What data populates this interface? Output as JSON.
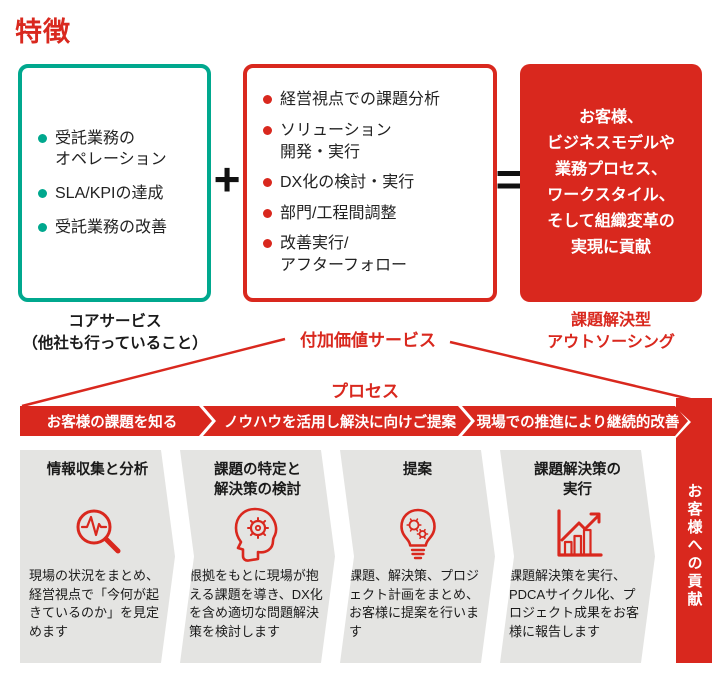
{
  "title": "特徴",
  "formula": {
    "core_box": {
      "bullets": [
        "受託業務の\nオペレーション",
        "SLA/KPIの達成",
        "受託業務の改善"
      ]
    },
    "plus_sign": "+",
    "value_box": {
      "bullets": [
        "経営視点での課題分析",
        "ソリューション\n開発・実行",
        "DX化の検討・実行",
        "部門/工程間調整",
        "改善実行/\nアフターフォロー"
      ]
    },
    "equals_sign": "=",
    "result_box": {
      "text": "お客様、\nビジネスモデルや\n業務プロセス、\nワークスタイル、\nそして組織変革の\n実現に貢献"
    }
  },
  "captions": {
    "core": "コアサービス\n（他社も行っていること）",
    "value": "付加価値サービス",
    "result": "課題解決型\nアウトソーシング",
    "process": "プロセス"
  },
  "process": {
    "steps": [
      "お客様の課題を知る",
      "ノウハウを活用し解決に向けご提案",
      "現場での推進により継続的改善"
    ],
    "contribution": "お客様への貢献"
  },
  "phases": [
    {
      "heading": "情報収集と分析",
      "icon": "magnifier-pulse-icon",
      "body": "現場の状況をまとめ、経営視点で「今何が起きているのか」を見定めます"
    },
    {
      "heading": "課題の特定と\n解決策の検討",
      "icon": "head-gear-icon",
      "body": "根拠をもとに現場が抱える課題を導き、DX化を含め適切な問題解決策を検討します"
    },
    {
      "heading": "提案",
      "icon": "bulb-gear-icon",
      "body": "課題、解決策、プロジェクト計画をまとめ、お客様に提案を行います"
    },
    {
      "heading": "課題解決策の\n実行",
      "icon": "chart-growth-icon",
      "body": "課題解決策を実行、PDCAサイクル化、プロジェクト成果をお客様に報告します"
    }
  ],
  "colors": {
    "red": "#d9281e",
    "teal": "#00a88e",
    "panel_gray": "#e4e4e2",
    "text": "#222222",
    "white": "#ffffff"
  }
}
